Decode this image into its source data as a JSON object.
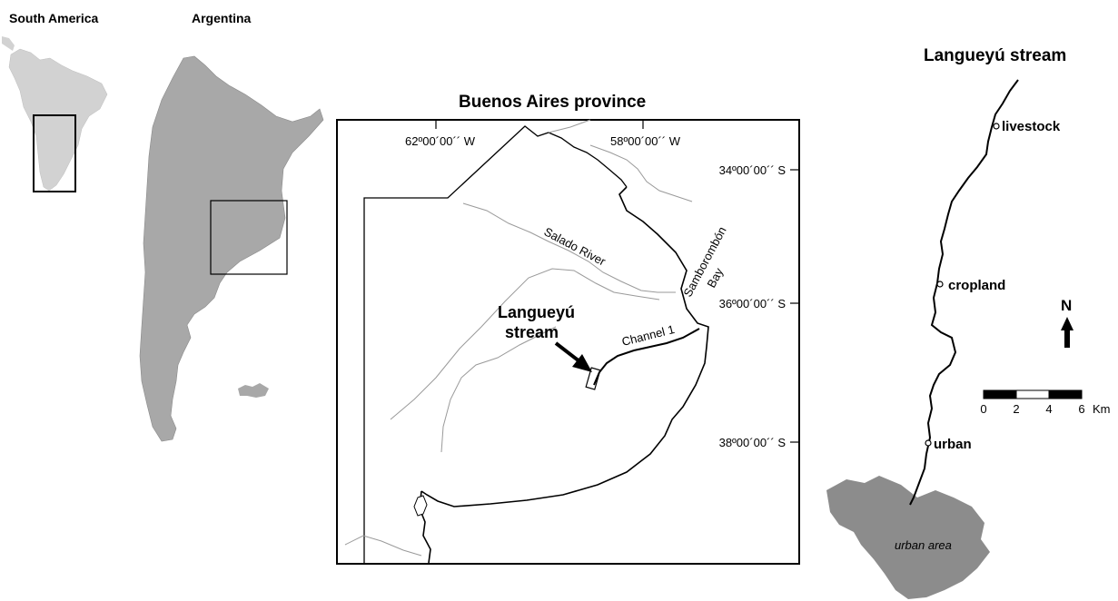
{
  "panels": {
    "south_america": {
      "title": "South America"
    },
    "argentina": {
      "title": "Argentina"
    },
    "buenos_aires": {
      "title": "Buenos Aires province",
      "longitudes": [
        "62º00´00´´ W",
        "58º00´00´´ W"
      ],
      "latitudes": [
        "34º00´00´´ S",
        "36º00´00´´ S",
        "38º00´00´´ S"
      ],
      "labels": {
        "river": "Salado River",
        "bay_line1": "Samborombón",
        "bay_line2": "Bay",
        "channel": "Channel 1",
        "stream_line1": "Langueyú",
        "stream_line2": "stream"
      }
    },
    "langueyu": {
      "title": "Langueyú stream",
      "sites": [
        "livestock",
        "cropland",
        "urban"
      ],
      "urban_area": "urban area",
      "north": "N",
      "scale": {
        "ticks": [
          "0",
          "2",
          "4",
          "6"
        ],
        "unit": "Km"
      }
    }
  },
  "colors": {
    "land": "#a8a8a8",
    "land_light": "#cfcfcf",
    "urban": "#8c8c8c",
    "river": "#9a9a9a",
    "ink": "#000000"
  }
}
